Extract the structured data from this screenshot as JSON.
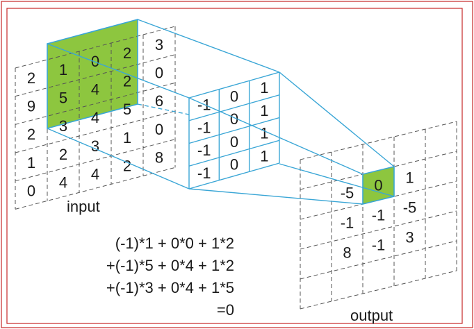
{
  "colors": {
    "frame": "#c62828",
    "highlight": "#8dc63f",
    "kernel_line": "#3aa6d6",
    "grid_dash": "#555555"
  },
  "input": {
    "label": "input",
    "rows": [
      [
        "2",
        "1",
        "0",
        "2",
        "3"
      ],
      [
        "9",
        "5",
        "4",
        "2",
        "0"
      ],
      [
        "2",
        "3",
        "4",
        "5",
        "6"
      ],
      [
        "1",
        "2",
        "3",
        "1",
        "0"
      ],
      [
        "0",
        "4",
        "4",
        "2",
        "8"
      ]
    ]
  },
  "kernel": {
    "rows": [
      [
        "-1",
        "0",
        "1"
      ],
      [
        "-1",
        "0",
        "1"
      ],
      [
        "-1",
        "0",
        "1"
      ],
      [
        "-1",
        "0",
        "1"
      ]
    ]
  },
  "output": {
    "label": "output",
    "cells": [
      "-5",
      "0",
      "1",
      "-1",
      "-1",
      "-5",
      "8",
      "-1",
      "3"
    ]
  },
  "equation": {
    "line1": "(-1)*1 +  0*0 + 1*2",
    "line2": "+(-1)*5 +  0*4 + 1*2",
    "line3": "+(-1)*3 +  0*4 + 1*5",
    "line4": "=0"
  }
}
